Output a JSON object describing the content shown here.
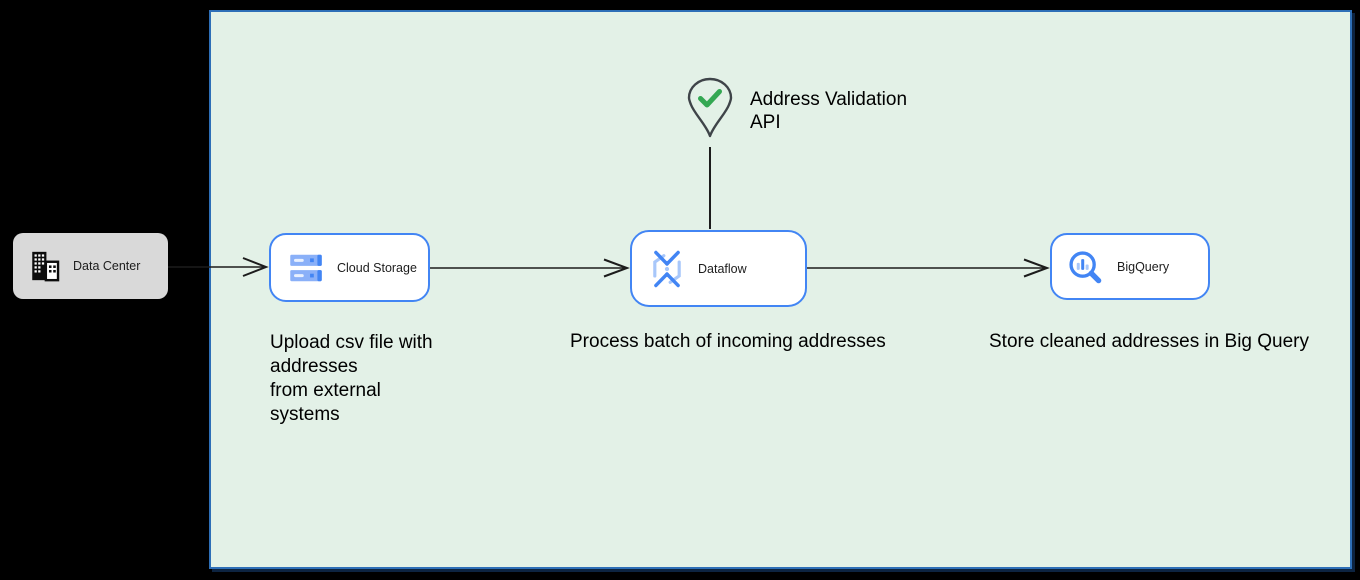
{
  "panel": {
    "bg_color": "#e3f1e7",
    "border_color": "#2e6fb7"
  },
  "colors": {
    "node_border_blue": "#4285f4",
    "icon_blue": "#4285f4",
    "icon_light_blue": "#a8c7fa",
    "check_green": "#34a853",
    "datacenter_bg": "#d9d9d9",
    "background": "#000000",
    "connector": "#1c1c1c"
  },
  "nodes": {
    "data_center": {
      "label": "Data Center",
      "icon": "building-icon"
    },
    "cloud_storage": {
      "label": "Cloud Storage",
      "icon": "cloud-storage-icon",
      "note": "Upload csv file with\naddresses\nfrom external\nsystems"
    },
    "dataflow": {
      "label": "Dataflow",
      "icon": "dataflow-icon",
      "note": "Process batch of incoming addresses"
    },
    "bigquery": {
      "label": "BigQuery",
      "icon": "bigquery-icon",
      "note": "Store cleaned addresses in Big Query"
    },
    "address_validation_api": {
      "label": "Address Validation\nAPI",
      "icon": "map-pin-check-icon"
    }
  },
  "edges": [
    {
      "from": "data_center",
      "to": "cloud_storage"
    },
    {
      "from": "cloud_storage",
      "to": "dataflow"
    },
    {
      "from": "dataflow",
      "to": "bigquery"
    },
    {
      "from": "address_validation_api",
      "to": "dataflow"
    }
  ]
}
